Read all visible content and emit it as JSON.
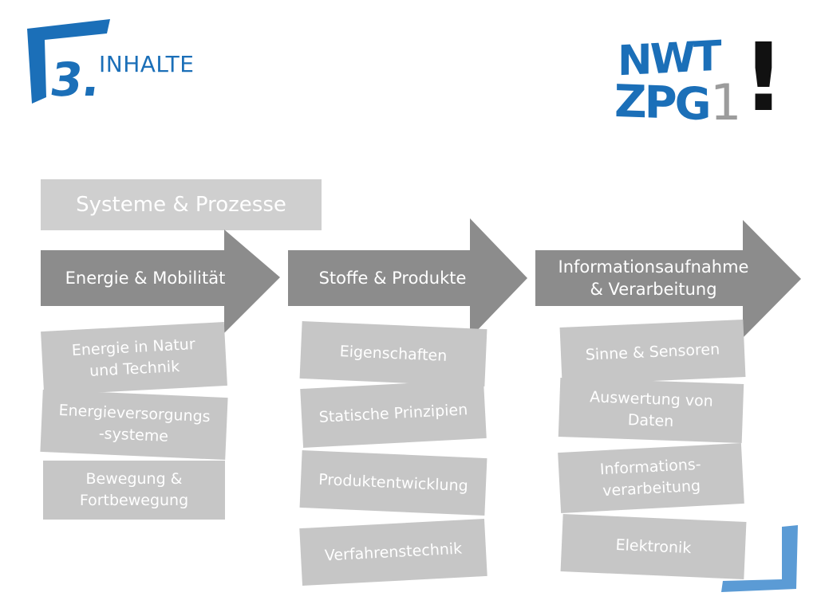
{
  "header": {
    "chapter_number": "3.",
    "title": "INHALTE"
  },
  "brand": {
    "line1": "NWT",
    "line2": "ZPG",
    "number": "1",
    "exclaim": "!"
  },
  "section": {
    "title": "Systeme & Prozesse"
  },
  "columns": [
    {
      "arrow_label": "Energie & Mobilität",
      "cards": [
        "Energie in Natur\nund Technik",
        "Energieversorgungs\n-systeme",
        "Bewegung &\nFortbewegung"
      ]
    },
    {
      "arrow_label": "Stoffe & Produkte",
      "cards": [
        "Eigenschaften",
        "Statische Prinzipien",
        "Produktentwicklung",
        "Verfahrenstechnik"
      ]
    },
    {
      "arrow_label": "Informationsaufnahme\n& Verarbeitung",
      "cards": [
        "Sinne & Sensoren",
        "Auswertung von\nDaten",
        "Informations-\nverarbeitung",
        "Elektronik"
      ]
    }
  ],
  "colors": {
    "brand_blue": "#1b6fb8",
    "light_blue": "#5b9bd5",
    "arrow_gray": "#8c8c8c",
    "card_gray": "#c6c6c6",
    "section_gray": "#cfcfcf"
  }
}
